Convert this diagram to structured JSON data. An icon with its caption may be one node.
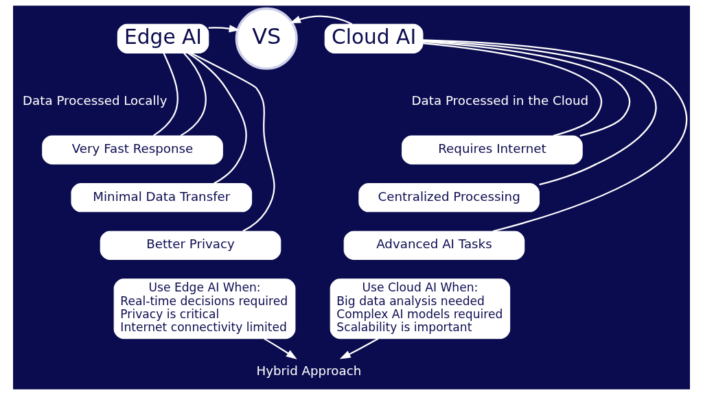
{
  "diagram": {
    "nodes": [
      {
        "text": [
          "Edge AI"
        ]
      },
      {
        "text": [
          "Data Processed Locally"
        ]
      },
      {
        "text": [
          "Very Fast Response"
        ]
      },
      {
        "text": [
          "Minimal Data Transfer"
        ]
      },
      {
        "text": [
          "Better Privacy"
        ]
      },
      {
        "text": [
          "VS"
        ]
      },
      {
        "text": [
          "Cloud AI"
        ]
      },
      {
        "text": [
          "Data Processed in the Cloud"
        ]
      },
      {
        "text": [
          "Requires Internet"
        ]
      },
      {
        "text": [
          "Centralized Processing"
        ]
      },
      {
        "text": [
          "Advanced AI Tasks"
        ]
      },
      {
        "text": [
          "Use Edge AI When:",
          "Real-time decisions required",
          "Privacy is critical",
          "Internet connectivity limited"
        ]
      },
      {
        "text": [
          "Use Cloud AI When:",
          "Big data analysis needed",
          "Complex AI models required",
          "Scalability is important"
        ]
      },
      {
        "text": [
          "Hybrid Approach"
        ]
      }
    ],
    "edges": [
      {
        "from": 0,
        "to": 2,
        "arrow": "none"
      },
      {
        "from": 0,
        "to": 3,
        "arrow": "none"
      },
      {
        "from": 0,
        "to": 4,
        "arrow": "none"
      },
      {
        "from": 0,
        "to": 2,
        "arrow": "none"
      },
      {
        "from": 0,
        "to": 5,
        "arrow": "to"
      },
      {
        "from": 6,
        "to": 8,
        "arrow": "none"
      },
      {
        "from": 6,
        "to": 5,
        "arrow": "to"
      },
      {
        "from": 6,
        "to": 8,
        "arrow": "none"
      },
      {
        "from": 6,
        "to": 9,
        "arrow": "none"
      },
      {
        "from": 6,
        "to": 10,
        "arrow": "none"
      },
      {
        "from": 11,
        "to": 13,
        "arrow": "to"
      },
      {
        "from": 12,
        "to": 13,
        "arrow": "to"
      }
    ]
  }
}
